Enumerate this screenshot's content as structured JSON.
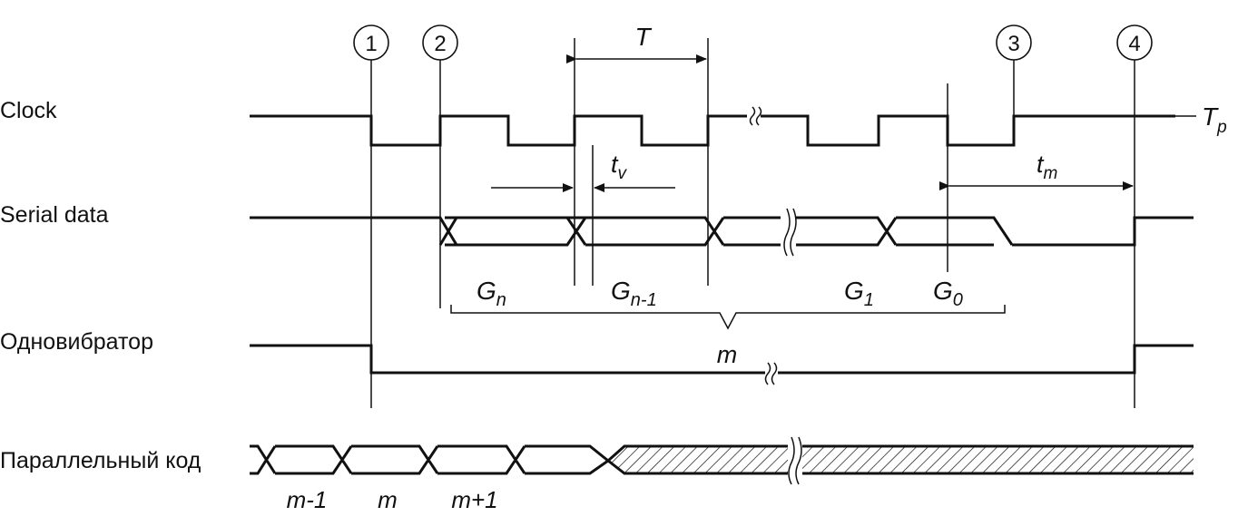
{
  "signals": {
    "clock": "Clock",
    "serial": "Serial data",
    "mono": "Одновибратор",
    "parallel": "Параллельный код"
  },
  "markers": [
    "1",
    "2",
    "3",
    "4"
  ],
  "timing": {
    "T": "T",
    "Tp": "T",
    "Tp_sub": "p",
    "tv": "t",
    "tv_sub": "v",
    "tm": "t",
    "tm_sub": "m"
  },
  "groups": {
    "gn": "G",
    "gn_sub": "n",
    "gn1": "G",
    "gn1_sub": "n-1",
    "g1": "G",
    "g1_sub": "1",
    "g0": "G",
    "g0_sub": "0"
  },
  "mono_label": "m",
  "codes": [
    "m-1",
    "m",
    "m+1"
  ]
}
